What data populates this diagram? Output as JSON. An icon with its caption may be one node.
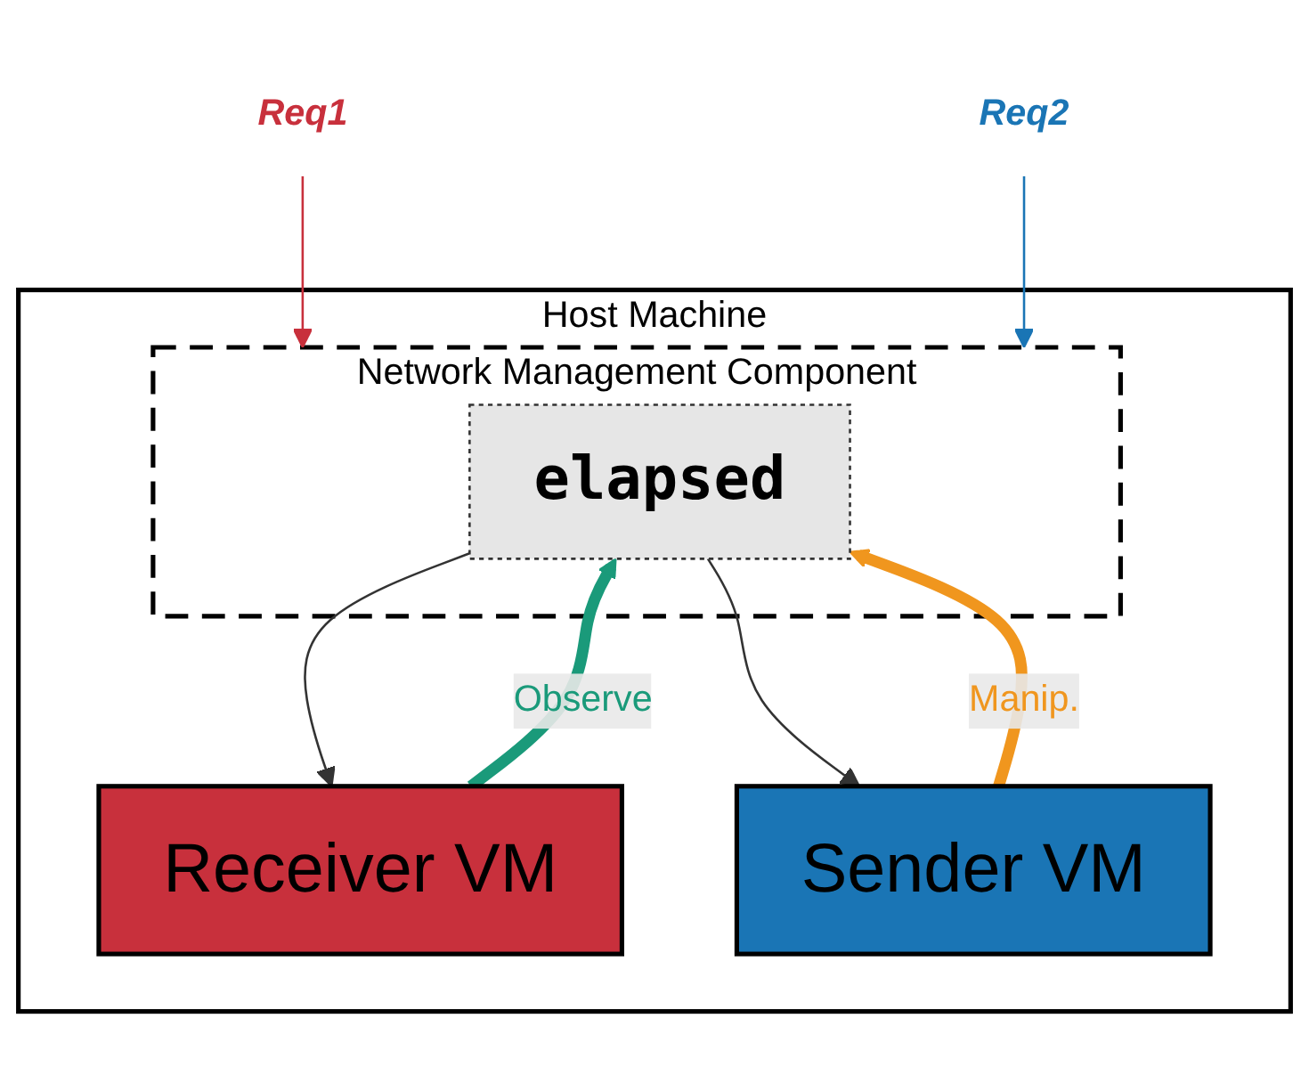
{
  "diagram": {
    "nodes": [
      {
        "text": [
          "Host Machine"
        ]
      },
      {
        "text": [
          "Network Management Component"
        ],
        "in": 0
      },
      {
        "text": [
          "elapsed"
        ],
        "in": 1
      },
      {
        "text": [
          "Receiver VM"
        ],
        "in": 0
      },
      {
        "text": [
          "Sender VM"
        ],
        "in": 0
      },
      {
        "text": [
          "Req1"
        ]
      },
      {
        "text": [
          "Req2"
        ]
      }
    ],
    "edges": [
      {
        "from": 5,
        "to": 1,
        "arrow": "to",
        "color": "#c8303c"
      },
      {
        "from": 6,
        "to": 1,
        "arrow": "to",
        "color": "#1a75b5"
      },
      {
        "from": 2,
        "to": 3,
        "arrow": "to"
      },
      {
        "from": 2,
        "to": 4,
        "arrow": "to"
      },
      {
        "from": 3,
        "to": 2,
        "arrow": "to",
        "label": "Observe",
        "style": "thick",
        "color": "#1a9a7a"
      },
      {
        "from": 4,
        "to": 2,
        "arrow": "to",
        "label": "Manip.",
        "style": "thick",
        "color": "#f0961e"
      }
    ]
  }
}
